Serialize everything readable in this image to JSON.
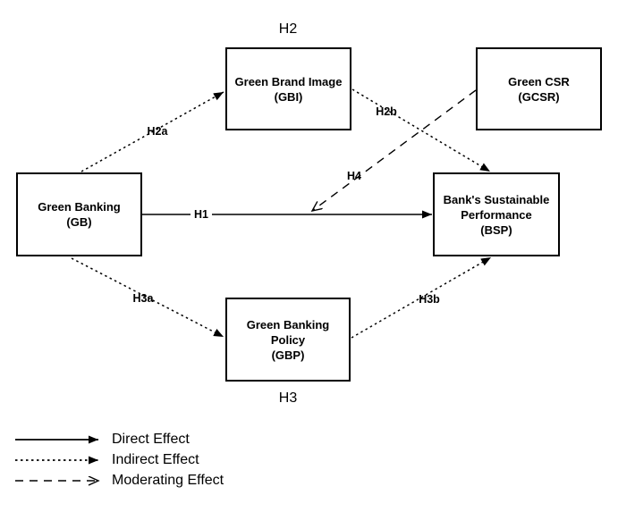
{
  "diagram": {
    "background": "#ffffff",
    "line_color": "#000000",
    "nodes": {
      "gb": {
        "line1": "Green Banking",
        "line2": "(GB)"
      },
      "gbi": {
        "line1": "Green Brand Image",
        "line2": "(GBI)"
      },
      "gcsr": {
        "line1": "Green CSR",
        "line2": "(GCSR)"
      },
      "bsp": {
        "line1": "Bank's Sustainable",
        "line2": "Performance",
        "line3": "(BSP)"
      },
      "gbp": {
        "line1": "Green Banking",
        "line2": "Policy",
        "line3": "(GBP)"
      }
    },
    "group_labels": {
      "h2": "H2",
      "h3": "H3"
    },
    "path_labels": {
      "h1": "H1",
      "h2a": "H2a",
      "h2b": "H2b",
      "h3a": "H3a",
      "h3b": "H3b",
      "h4": "H4"
    },
    "legend": [
      {
        "style": "solid",
        "label": "Direct Effect"
      },
      {
        "style": "dotted",
        "label": "Indirect Effect"
      },
      {
        "style": "dashed",
        "label": "Moderating Effect"
      }
    ]
  }
}
